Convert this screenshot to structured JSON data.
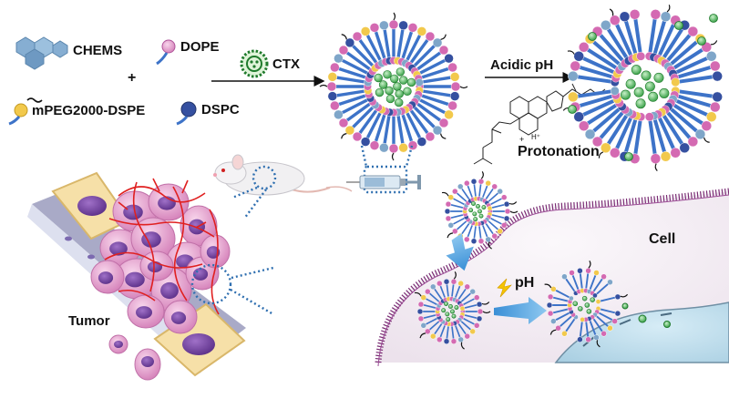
{
  "components": {
    "chems": "CHEMS",
    "dope": "DOPE",
    "mpeg_dspe": "mPEG2000-DSPE",
    "dspc": "DSPC",
    "plus": "+",
    "ctx": "CTX"
  },
  "process": {
    "acidic_ph": "Acidic pH",
    "protonation": "Protonation",
    "h_plus": "H⁺",
    "plus_sign": "+"
  },
  "cell": {
    "cell_label": "Cell",
    "ph_label": "pH"
  },
  "tumor": {
    "tumor_label": "Tumor"
  },
  "colors": {
    "chems": "#7fa6c9",
    "dope_head": "#d46ab2",
    "dspc_head": "#3550a0",
    "peg_head": "#f2c94c",
    "tail_blue": "#3d73c8",
    "ctx_green": "#2e9a3e",
    "tumor_pink": "#e8a5cf",
    "nucleus_purple": "#7b4aa6",
    "vessel_red": "#e02020",
    "membrane_purple": "#7a2d74",
    "skin_tan": "#f4dca4",
    "cytoplasm": "#f3eef4"
  }
}
